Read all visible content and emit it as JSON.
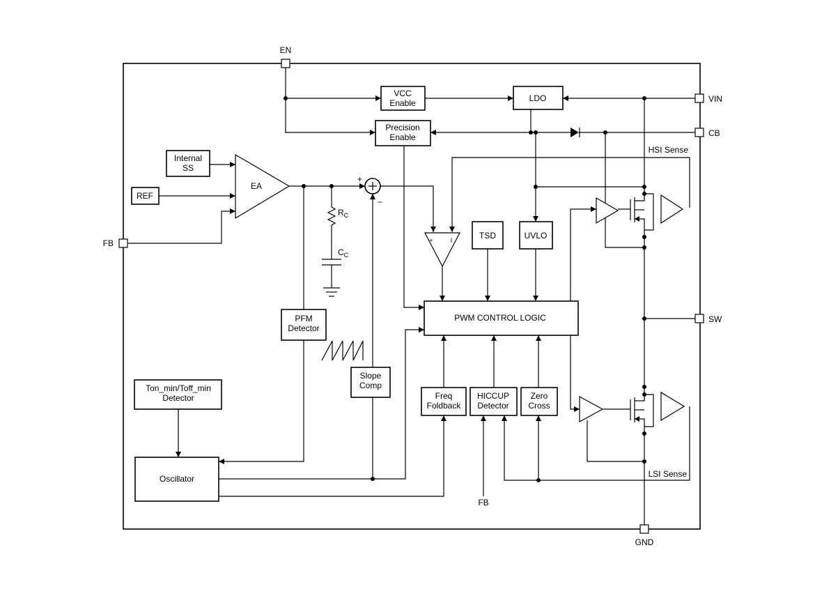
{
  "pins": {
    "en": "EN",
    "vin": "VIN",
    "cb": "CB",
    "sw": "SW",
    "gnd": "GND",
    "fb": "FB",
    "fb_bottom": "FB"
  },
  "blocks": {
    "vcc_enable": [
      "VCC",
      "Enable"
    ],
    "ldo": "LDO",
    "precision_enable": [
      "Precision",
      "Enable"
    ],
    "internal_ss": [
      "Internal",
      "SS"
    ],
    "ref": "REF",
    "ea": "EA",
    "tsd": "TSD",
    "uvlo": "UVLO",
    "pwm_control_logic": "PWM CONTROL LOGIC",
    "pfm_detector": [
      "PFM",
      "Detector"
    ],
    "slope_comp": [
      "Slope",
      "Comp"
    ],
    "freq_foldback": [
      "Freq",
      "Foldback"
    ],
    "hiccup_detector": [
      "HICCUP",
      "Detector"
    ],
    "zero_cross": [
      "Zero",
      "Cross"
    ],
    "ton_toff_detector": [
      "Ton_min/Toff_min",
      "Detector"
    ],
    "oscillator": "Oscillator"
  },
  "labels": {
    "hsi_sense": "HSI Sense",
    "lsi_sense": "LSI Sense",
    "rc_main": "R",
    "rc_sub": "C",
    "cc_main": "C",
    "cc_sub": "C",
    "sum_plus": "+",
    "sum_minus": "−",
    "cmp_plus": "+",
    "cmp_i": "I"
  }
}
